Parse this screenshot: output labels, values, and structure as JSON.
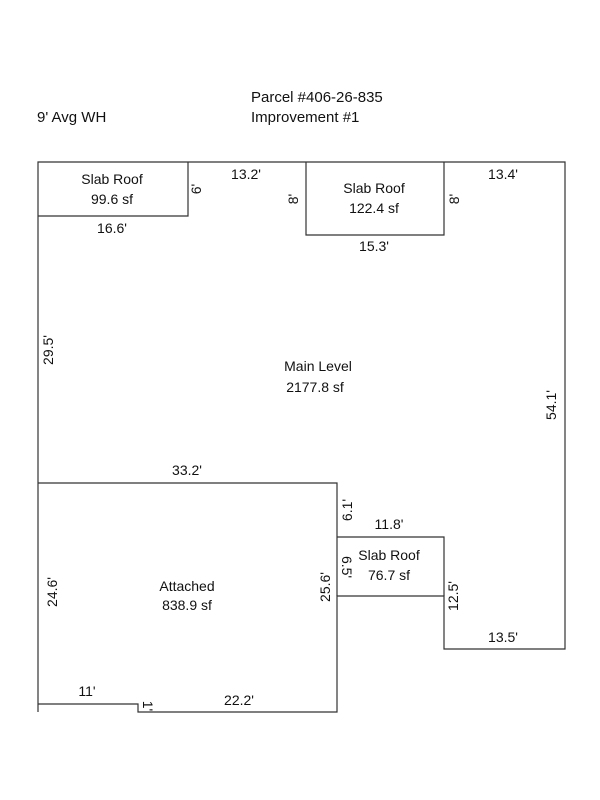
{
  "header": {
    "parcel": "Parcel #406-26-835",
    "improvement": "Improvement #1",
    "wall_height": "9' Avg WH"
  },
  "areas": {
    "main": {
      "name": "Main Level",
      "area": "2177.8 sf"
    },
    "attached": {
      "name": "Attached",
      "area": "838.9 sf"
    },
    "slab_left": {
      "name": "Slab Roof",
      "area": "99.6 sf"
    },
    "slab_mid": {
      "name": "Slab Roof",
      "area": "122.4 sf"
    },
    "slab_low": {
      "name": "Slab Roof",
      "area": "76.7 sf"
    }
  },
  "dims": {
    "d_13_2": "13.2'",
    "d_13_4": "13.4'",
    "d_6_left": "6'",
    "d_8_a": "8'",
    "d_8_b": "8'",
    "d_16_6": "16.6'",
    "d_15_3": "15.3'",
    "d_29_5": "29.5'",
    "d_54_1": "54.1'",
    "d_33_2": "33.2'",
    "d_6_1": "6.1'",
    "d_11_8": "11.8'",
    "d_6_5": "6.5'",
    "d_24_6": "24.6'",
    "d_25_6": "25.6'",
    "d_12_5": "12.5'",
    "d_13_5": "13.5'",
    "d_11": "11'",
    "d_1": "1'",
    "d_22_2": "22.2'"
  }
}
